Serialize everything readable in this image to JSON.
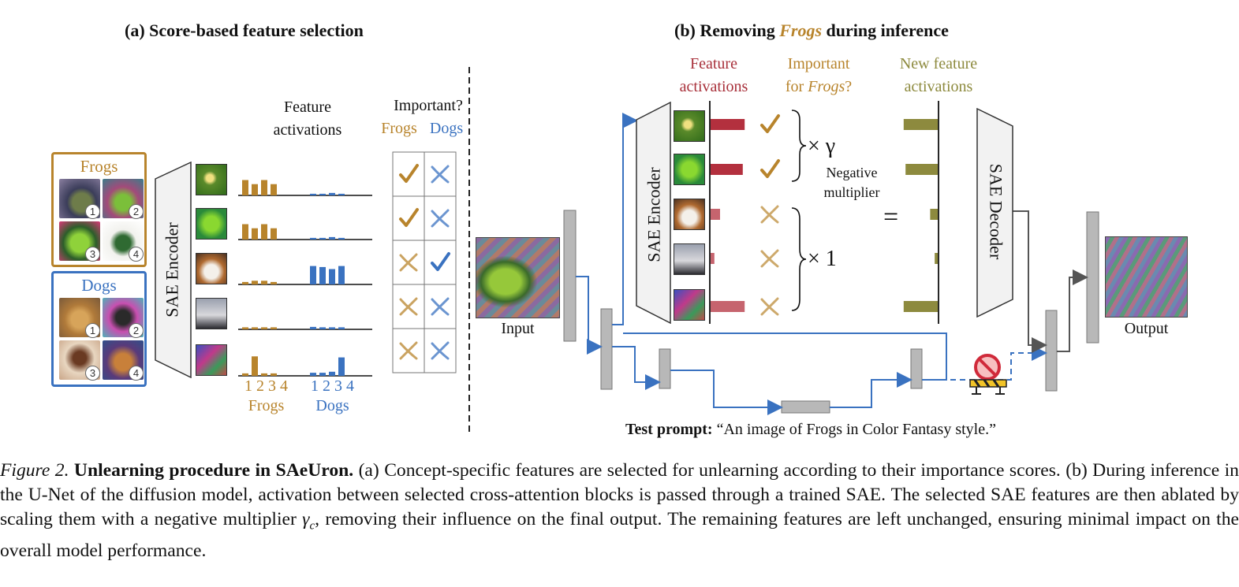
{
  "panel_a": {
    "title": "(a) Score-based feature selection",
    "frogs_box_label": "Frogs",
    "dogs_box_label": "Dogs",
    "image_numbers": [
      "1",
      "2",
      "3",
      "4"
    ],
    "encoder_label": "SAE Encoder",
    "activations_label_line1": "Feature",
    "activations_label_line2": "activations",
    "important_label": "Important?",
    "col_frogs": "Frogs",
    "col_dogs": "Dogs",
    "axis_frogs_ticks": "1 2 3 4",
    "axis_dogs_ticks": "1 2 3 4",
    "axis_frogs": "Frogs",
    "axis_dogs": "Dogs",
    "features": [
      {
        "frogs": [
          0.75,
          0.55,
          0.75,
          0.55
        ],
        "dogs": [
          0.08,
          0.08,
          0.12,
          0.08
        ],
        "imp_frogs": true,
        "imp_dogs": false
      },
      {
        "frogs": [
          0.75,
          0.55,
          0.75,
          0.55
        ],
        "dogs": [
          0.08,
          0.08,
          0.12,
          0.08
        ],
        "imp_frogs": true,
        "imp_dogs": false
      },
      {
        "frogs": [
          0.12,
          0.18,
          0.18,
          0.12
        ],
        "dogs": [
          0.9,
          0.85,
          0.75,
          0.9
        ],
        "imp_frogs": false,
        "imp_dogs": true
      },
      {
        "frogs": [
          0.1,
          0.1,
          0.1,
          0.1
        ],
        "dogs": [
          0.12,
          0.1,
          0.1,
          0.1
        ],
        "imp_frogs": false,
        "imp_dogs": false
      },
      {
        "frogs": [
          0.12,
          0.95,
          0.12,
          0.12
        ],
        "dogs": [
          0.15,
          0.15,
          0.2,
          0.9
        ],
        "imp_frogs": false,
        "imp_dogs": false
      }
    ]
  },
  "panel_b": {
    "title_prefix": "(b) Removing ",
    "title_emph": "Frogs",
    "title_suffix": " during inference",
    "col1_line1": "Feature",
    "col1_line2": "activations",
    "col2_line1": "Important",
    "col2_line2_prefix": "for ",
    "col2_line2_emph": "Frogs",
    "col2_line2_suffix": "?",
    "col3_line1": "New feature",
    "col3_line2": "activations",
    "encoder_label": "SAE Encoder",
    "decoder_label": "SAE Decoder",
    "times_gamma": "× γ",
    "negative_line1": "Negative",
    "negative_line2": "multiplier",
    "times_one": "× 1",
    "equals": "=",
    "input_label": "Input",
    "output_label": "Output",
    "prompt_label": "Test prompt:",
    "prompt_text": " “An image of Frogs in Color Fantasy style.”",
    "old_acts": [
      0.9,
      0.85,
      0.25,
      0.1,
      0.9
    ],
    "new_acts": [
      0.9,
      0.85,
      0.2,
      0.08,
      0.9
    ],
    "important": [
      true,
      true,
      false,
      false,
      false
    ]
  },
  "caption": {
    "fig_label": "Figure 2.",
    "bold_title": "Unlearning procedure in SAeUron.",
    "text_part1": " (a) Concept-specific features are selected for unlearning according to their importance scores. (b) During inference in the U-Net of the diffusion model, activation between selected cross-attention blocks is passed through a trained SAE. The selected SAE features are then ablated by scaling them with a negative multiplier ",
    "gamma": "γ",
    "gamma_sub": "c",
    "text_part2": ", removing their influence on the final output. The remaining features are left unchanged, ensuring minimal impact on the overall model performance."
  },
  "colors": {
    "frogs": "#b8842c",
    "dogs": "#3a72c0",
    "old_act": "#b3303e",
    "new_act": "#8d8a3e",
    "arrow": "#3a72c0",
    "block": "#b8b8b8"
  },
  "icons": [
    "check-icon",
    "cross-icon",
    "no-entry-icon",
    "barrier-icon"
  ]
}
